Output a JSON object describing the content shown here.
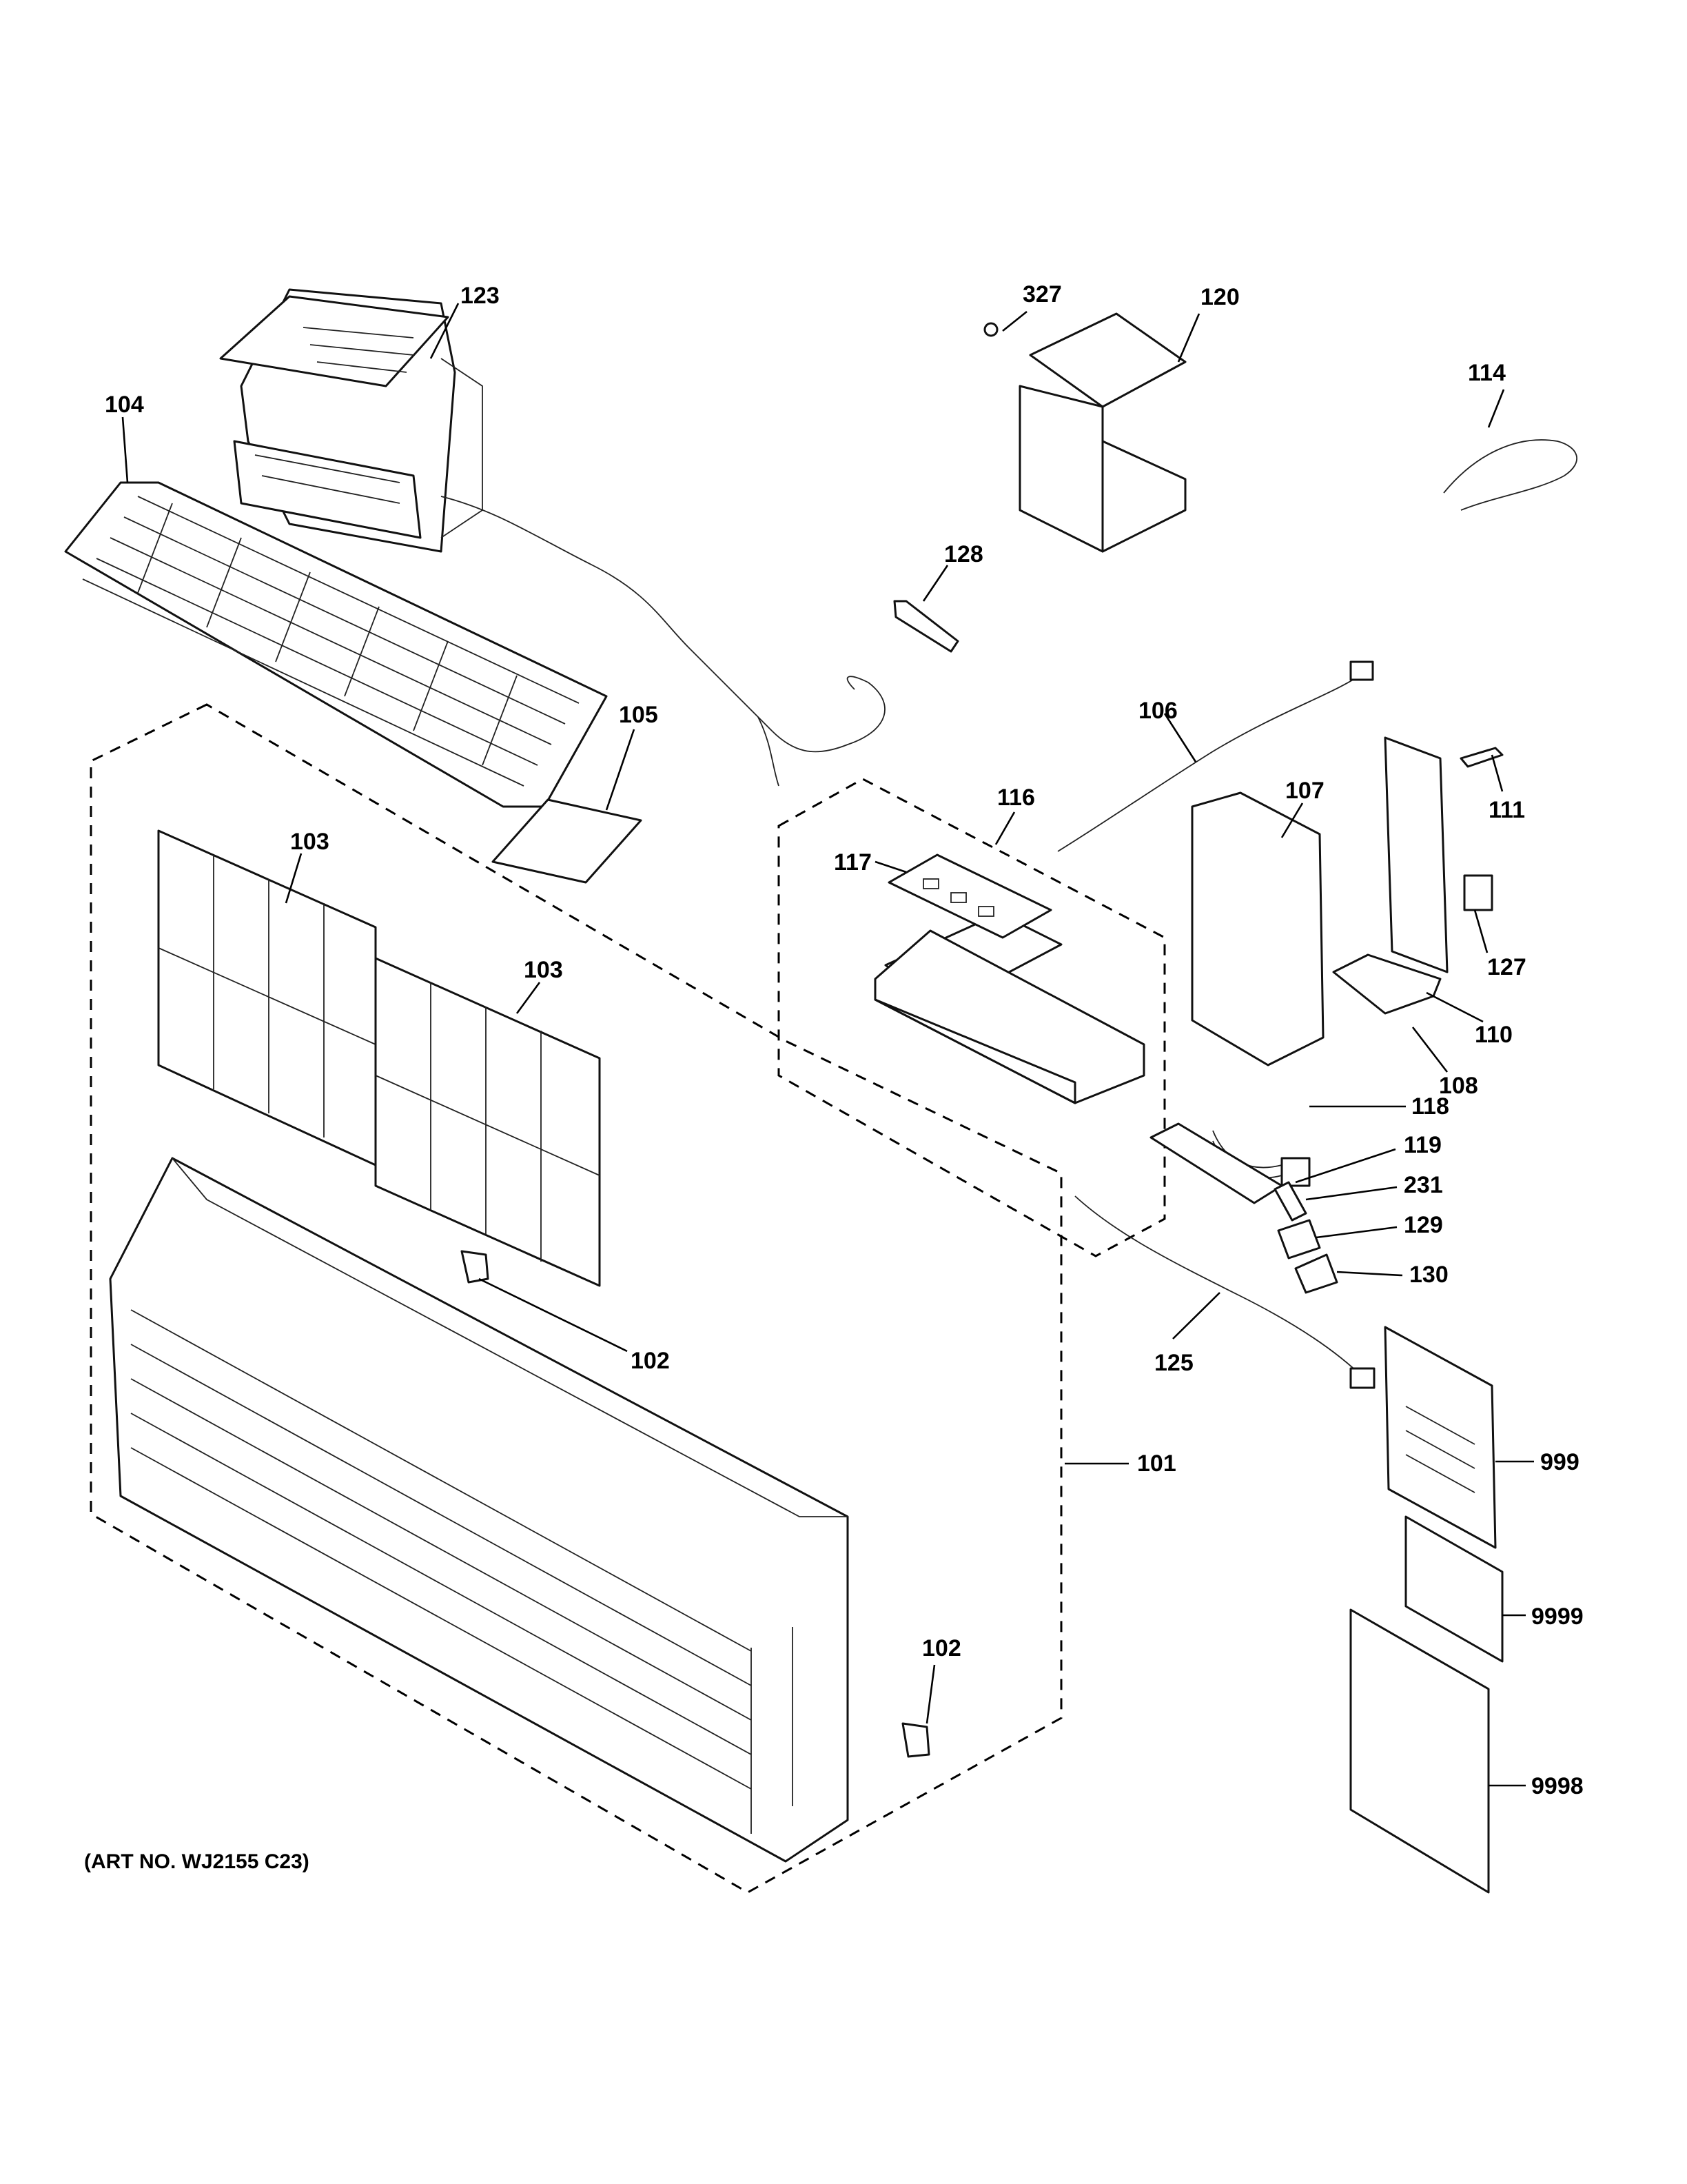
{
  "diagram": {
    "art_number": "(ART NO. WJ2155 C23)",
    "callouts": [
      {
        "id": "123",
        "label": "123"
      },
      {
        "id": "104",
        "label": "104"
      },
      {
        "id": "327",
        "label": "327"
      },
      {
        "id": "120",
        "label": "120"
      },
      {
        "id": "114",
        "label": "114"
      },
      {
        "id": "128",
        "label": "128"
      },
      {
        "id": "106",
        "label": "106"
      },
      {
        "id": "105",
        "label": "105"
      },
      {
        "id": "116",
        "label": "116"
      },
      {
        "id": "117",
        "label": "117"
      },
      {
        "id": "107",
        "label": "107"
      },
      {
        "id": "111",
        "label": "111"
      },
      {
        "id": "103a",
        "label": "103"
      },
      {
        "id": "103b",
        "label": "103"
      },
      {
        "id": "127",
        "label": "127"
      },
      {
        "id": "110",
        "label": "110"
      },
      {
        "id": "108",
        "label": "108"
      },
      {
        "id": "118",
        "label": "118"
      },
      {
        "id": "119",
        "label": "119"
      },
      {
        "id": "231",
        "label": "231"
      },
      {
        "id": "129",
        "label": "129"
      },
      {
        "id": "130",
        "label": "130"
      },
      {
        "id": "102a",
        "label": "102"
      },
      {
        "id": "125",
        "label": "125"
      },
      {
        "id": "101",
        "label": "101"
      },
      {
        "id": "999",
        "label": "999"
      },
      {
        "id": "9999",
        "label": "9999"
      },
      {
        "id": "102b",
        "label": "102"
      },
      {
        "id": "9998",
        "label": "9998"
      }
    ]
  }
}
